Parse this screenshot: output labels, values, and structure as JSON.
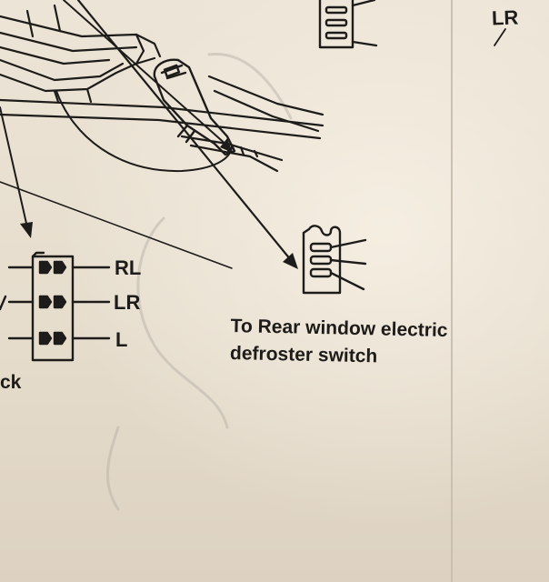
{
  "labels": {
    "top_connector": "LR",
    "pin_rl": "RL",
    "pin_lr": "LR",
    "pin_l": "L",
    "partial_word": "ck"
  },
  "caption": {
    "line1": "To Rear window electric",
    "line2": "defroster switch"
  },
  "colors": {
    "ink": "#1e1c1a",
    "paper": "#e9e1d3"
  }
}
